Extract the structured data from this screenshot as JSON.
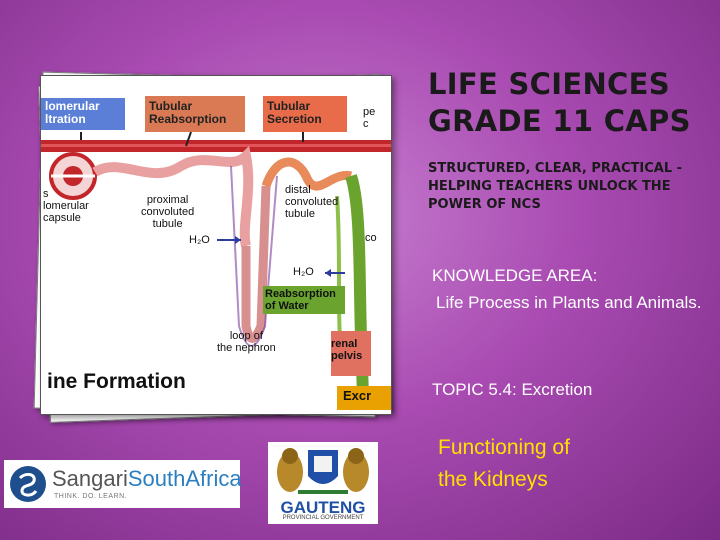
{
  "slide": {
    "title": "LIFE SCIENCES GRADE 11 CAPS",
    "subtitle": "STRUCTURED, CLEAR, PRACTICAL - HELPING TEACHERS UNLOCK THE POWER OF NCS",
    "knowledge_area_label": "KNOWLEDGE AREA:",
    "knowledge_area_value": "Life Process in Plants and Animals.",
    "topic": "TOPIC 5.4:  Excretion",
    "functioning_line1": "Functioning of",
    "functioning_line2": "the Kidneys"
  },
  "diagram": {
    "headers": {
      "glomerular": "lomerular\nltration",
      "reabsorption": "Tubular\nReabsorption",
      "secretion": "Tubular\nSecretion",
      "right_partial": "pe\nc"
    },
    "labels": {
      "glomerular_capsule": "s\nlomerular\ncapsule",
      "proximal": "proximal\nconvoluted\ntubule",
      "distal": "distal\nconvoluted\ntubule",
      "h2o_left": "H₂O",
      "h2o_right": "H₂O",
      "reabsorption_water": "Reabsorption\nof Water",
      "co_partial": "co",
      "loop": "loop of\nthe nephron",
      "renal_pelvis": "renal\npelvis",
      "excretion_partial": "Excr",
      "formation": "ine Formation"
    },
    "colors": {
      "glomerular_box": "#5b7fd6",
      "reabsorption_box": "#d97a55",
      "secretion_box": "#e86c4a",
      "blood_vessel": "#c2262b",
      "tubule": "#e8a0a0",
      "collecting_duct": "#6aa42f",
      "excretion_box": "#e8a100"
    }
  },
  "logos": {
    "sangari_name": "Sangari",
    "sangari_country": "SouthAfrica",
    "sangari_tagline": "THINK. DO. LEARN.",
    "gauteng_name": "GAUTENG",
    "gauteng_sub": "PROVINCIAL GOVERNMENT"
  }
}
